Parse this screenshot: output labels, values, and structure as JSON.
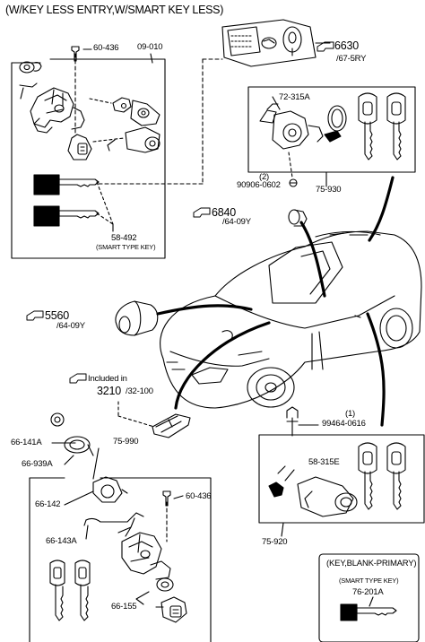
{
  "title": "(W/KEY LESS ENTRY,W/SMART KEY LESS)",
  "parts": {
    "p60_436_top": "60-436",
    "p09_010": "09-010",
    "p72_315A": "72-315A",
    "p2_qty": "(2)",
    "p90906": "90906-0602",
    "p75_930": "75-930",
    "p58_492": "58-492",
    "p58_492_note": "(SMART TYPE KEY)",
    "p66_141A": "66-141A",
    "p75_990": "75-990",
    "p66_939A": "66-939A",
    "p66_142": "66-142",
    "p60_436_bot": "60-436",
    "p66_143A": "66-143A",
    "p66_155": "66-155",
    "p1_qty": "(1)",
    "p99464": "99464-0616",
    "p58_315E": "58-315E",
    "p75_920": "75-920"
  },
  "refs": {
    "r6630": {
      "num": "6630",
      "sub": "/67-5RY"
    },
    "r6840": {
      "num": "6840",
      "sub": "/64-09Y"
    },
    "r5560": {
      "num": "5560",
      "sub": "/64-09Y"
    },
    "included": {
      "text": "Included in",
      "num": "3210",
      "sub": "/32-100"
    }
  },
  "key_box": {
    "title": "(KEY,BLANK-PRIMARY)",
    "note": "(SMART TYPE KEY)",
    "part": "76-201A"
  }
}
